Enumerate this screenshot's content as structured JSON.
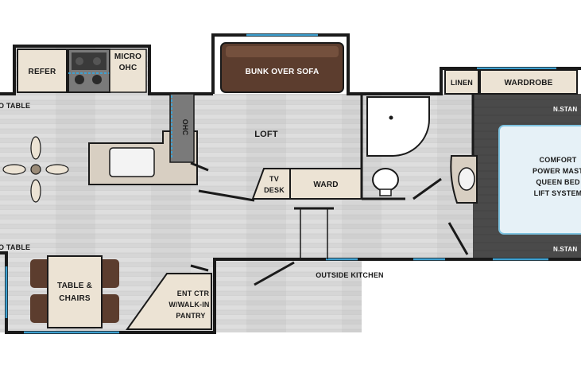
{
  "floorplan": {
    "labels": {
      "refer": "REFER",
      "micro_ohc_line1": "MICRO",
      "micro_ohc_line2": "OHC",
      "table_top": "O TABLE",
      "ohc": "OHC",
      "bunk_over_sofa": "BUNK OVER SOFA",
      "loft": "LOFT",
      "linen": "LINEN",
      "wardrobe": "WARDROBE",
      "nstand_top": "N.STAN",
      "nstand_bottom": "N.STAN",
      "bed_line1": "COMFORT",
      "bed_line2": "POWER MAST",
      "bed_line3": "QUEEN BED",
      "bed_line4": "LIFT SYSTEM",
      "tv_desk_line1": "TV",
      "tv_desk_line2": "DESK",
      "ward": "WARD",
      "table_bottom": "O TABLE",
      "table_chairs_line1": "TABLE &",
      "table_chairs_line2": "CHAIRS",
      "ent_ctr_line1": "ENT CTR",
      "ent_ctr_line2": "W/WALK-IN",
      "ent_ctr_line3": "PANTRY",
      "outside_kitchen": "OUTSIDE KITCHEN"
    },
    "colors": {
      "wall": "#1a1a1a",
      "floor": "#d9d9d9",
      "cabinet": "#ece3d4",
      "sofa": "#5c3d2e",
      "bed": "#e6f1f7",
      "bedroom_floor": "#4a4a4a",
      "window": "#3ea0d0"
    }
  }
}
